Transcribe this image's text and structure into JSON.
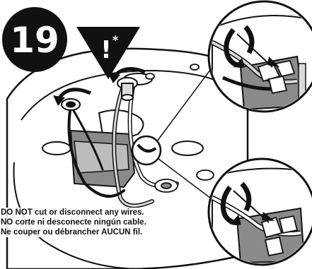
{
  "step": {
    "number": "19"
  },
  "warning_symbol": {
    "mark": "!",
    "superscript": "*"
  },
  "warning_lines": [
    "DO NOT cut or disconnect any wires.",
    "NO corte ni desconecte ningún cable.",
    "Ne couper ou débrancher AUCUN fil."
  ],
  "colors": {
    "ink": "#111111",
    "fill_light": "#d9d9d9",
    "fill_mid": "#bcbcbc",
    "fill_dark": "#8a8a8a",
    "paper": "#ffffff"
  },
  "icons": [
    "step-number-badge",
    "warning-triangle-icon",
    "rotate-arrow-icon",
    "detail-callout-circle",
    "wire-nut-icon"
  ]
}
